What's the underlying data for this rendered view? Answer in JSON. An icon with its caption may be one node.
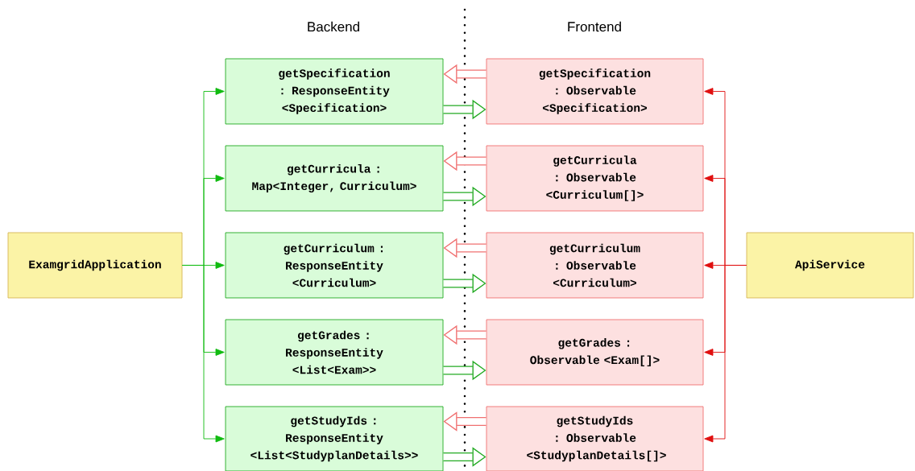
{
  "diagram": {
    "nodes": [
      {
        "text": [
          "ExamgridApplication"
        ]
      },
      {
        "text": [
          "getSpecification : ResponseEntity <Specification>"
        ]
      },
      {
        "text": [
          "getCurricula : Map<Integer, Curriculum>"
        ]
      },
      {
        "text": [
          "getCurriculum : ResponseEntity <Curriculum>"
        ]
      },
      {
        "text": [
          "getGrades : ResponseEntity <List<Exam>>"
        ]
      },
      {
        "text": [
          "getStudyIds : ResponseEntity <List<StudyplanDetails>>"
        ]
      },
      {
        "text": [
          "getSpecification : Observable <Specification>"
        ]
      },
      {
        "text": [
          "getCurricula : Observable <Curriculum[]>"
        ]
      },
      {
        "text": [
          "getCurriculum : Observable <Curriculum>"
        ]
      },
      {
        "text": [
          "getGrades : Observable <Exam[]>"
        ]
      },
      {
        "text": [
          "getStudyIds : Observable <StudyplanDetails[]>"
        ]
      },
      {
        "text": [
          "ApiService"
        ]
      }
    ],
    "edges": [
      {
        "from": 0,
        "to": 1,
        "arrow": "to",
        "color": "#11bb11"
      },
      {
        "from": 0,
        "to": 2,
        "arrow": "to",
        "color": "#11bb11"
      },
      {
        "from": 0,
        "to": 3,
        "arrow": "to",
        "color": "#11bb11"
      },
      {
        "from": 0,
        "to": 4,
        "arrow": "to",
        "color": "#11bb11"
      },
      {
        "from": 0,
        "to": 5,
        "arrow": "to",
        "color": "#11bb11"
      },
      {
        "from": 11,
        "to": 6,
        "arrow": "to",
        "color": "#e01010"
      },
      {
        "from": 11,
        "to": 7,
        "arrow": "to",
        "color": "#e01010"
      },
      {
        "from": 11,
        "to": 8,
        "arrow": "to",
        "color": "#e01010"
      },
      {
        "from": 11,
        "to": 9,
        "arrow": "to",
        "color": "#e01010"
      },
      {
        "from": 11,
        "to": 10,
        "arrow": "to",
        "color": "#e01010"
      },
      {
        "from": 6,
        "to": 1,
        "arrow": "to",
        "style": "thick",
        "color": "#f07070"
      },
      {
        "from": 1,
        "to": 6,
        "arrow": "to",
        "style": "thick",
        "color": "#22aa22"
      },
      {
        "from": 7,
        "to": 2,
        "arrow": "to",
        "style": "thick",
        "color": "#f07070"
      },
      {
        "from": 2,
        "to": 7,
        "arrow": "to",
        "style": "thick",
        "color": "#22aa22"
      },
      {
        "from": 8,
        "to": 3,
        "arrow": "to",
        "style": "thick",
        "color": "#f07070"
      },
      {
        "from": 3,
        "to": 8,
        "arrow": "to",
        "style": "thick",
        "color": "#22aa22"
      },
      {
        "from": 9,
        "to": 4,
        "arrow": "to",
        "style": "thick",
        "color": "#f07070"
      },
      {
        "from": 4,
        "to": 9,
        "arrow": "to",
        "style": "thick",
        "color": "#22aa22"
      },
      {
        "from": 10,
        "to": 5,
        "arrow": "to",
        "style": "thick",
        "color": "#f07070"
      },
      {
        "from": 5,
        "to": 10,
        "arrow": "to",
        "style": "thick",
        "color": "#22aa22"
      }
    ],
    "labels": [
      "Backend",
      "Frontend"
    ]
  }
}
